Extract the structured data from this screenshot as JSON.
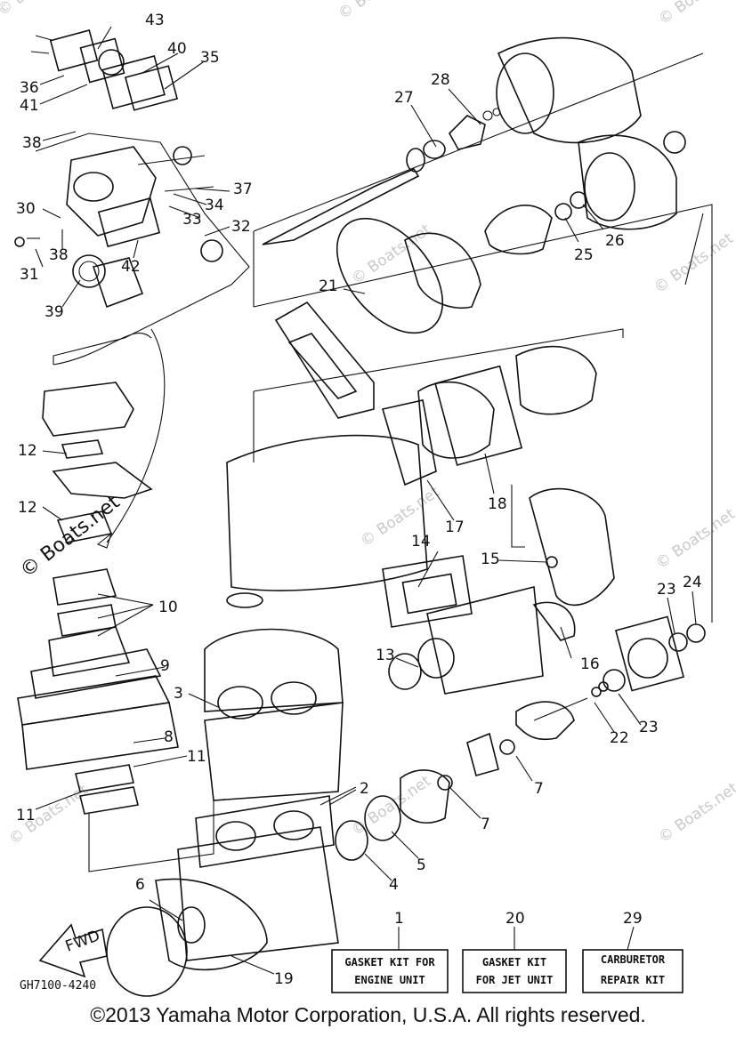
{
  "watermark": "© Boats.net",
  "labels": {
    "p1": "1",
    "p2": "2",
    "p3": "3",
    "p4": "4",
    "p5": "5",
    "p6": "6",
    "p7a": "7",
    "p7b": "7",
    "p8": "8",
    "p9": "9",
    "p10": "10",
    "p11a": "11",
    "p11b": "11",
    "p12a": "12",
    "p12b": "12",
    "p13": "13",
    "p14": "14",
    "p15": "15",
    "p16": "16",
    "p17": "17",
    "p18": "18",
    "p19": "19",
    "p20": "20",
    "p21": "21",
    "p22": "22",
    "p23a": "23",
    "p23b": "23",
    "p24": "24",
    "p25": "25",
    "p26": "26",
    "p27": "27",
    "p28": "28",
    "p29": "29",
    "p30": "30",
    "p31": "31",
    "p32": "32",
    "p33": "33",
    "p34": "34",
    "p35": "35",
    "p36": "36",
    "p37": "37",
    "p38a": "38",
    "p38b": "38",
    "p39": "39",
    "p40": "40",
    "p41": "41",
    "p42": "42",
    "p43": "43"
  },
  "kits": {
    "engine": {
      "number": "1",
      "line1": "GASKET KIT FOR",
      "line2": "ENGINE UNIT"
    },
    "jet": {
      "number": "20",
      "line1": "GASKET KIT",
      "line2": "FOR JET UNIT"
    },
    "carb": {
      "number": "29",
      "line1": "CARBURETOR",
      "line2": "REPAIR KIT"
    }
  },
  "fwd_label": "FWD",
  "diagram_code": "GH7100-4240",
  "copyright": "©2013 Yamaha Motor Corporation, U.S.A. All rights reserved."
}
